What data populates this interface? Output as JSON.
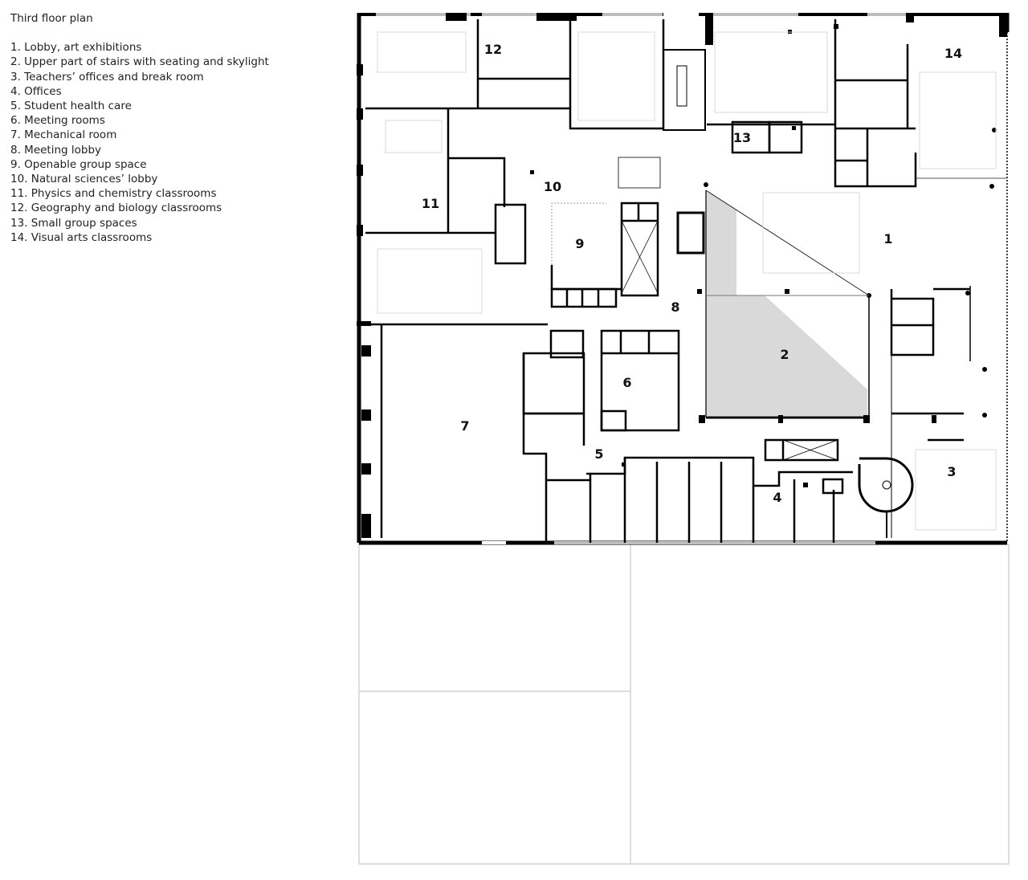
{
  "legend": {
    "title": "Third floor plan",
    "items": [
      {
        "num": "1",
        "text": "1. Lobby, art exhibitions"
      },
      {
        "num": "2",
        "text": "2. Upper part of stairs with seating and skylight"
      },
      {
        "num": "3",
        "text": "3. Teachers’ offices and break room"
      },
      {
        "num": "4",
        "text": "4. Offices"
      },
      {
        "num": "5",
        "text": "5. Student health care"
      },
      {
        "num": "6",
        "text": "6. Meeting rooms"
      },
      {
        "num": "7",
        "text": "7. Mechanical room"
      },
      {
        "num": "8",
        "text": "8. Meeting lobby"
      },
      {
        "num": "9",
        "text": "9. Openable group space"
      },
      {
        "num": "10",
        "text": "10. Natural sciences’ lobby"
      },
      {
        "num": "11",
        "text": "11. Physics and chemistry classrooms"
      },
      {
        "num": "12",
        "text": "12. Geography and biology classrooms"
      },
      {
        "num": "13",
        "text": "13. Small group spaces"
      },
      {
        "num": "14",
        "text": "14. Visual arts classrooms"
      }
    ]
  },
  "plan": {
    "room_labels": {
      "r1": "1",
      "r2": "2",
      "r3": "3",
      "r4": "4",
      "r5": "5",
      "r6": "6",
      "r7": "7",
      "r8": "8",
      "r9": "9",
      "r10": "10",
      "r11": "11",
      "r12": "12",
      "r13": "13",
      "r14": "14"
    },
    "colors": {
      "wall": "#000000",
      "skylight": "#d9d9d9",
      "thin": "#bbbbbb"
    }
  }
}
